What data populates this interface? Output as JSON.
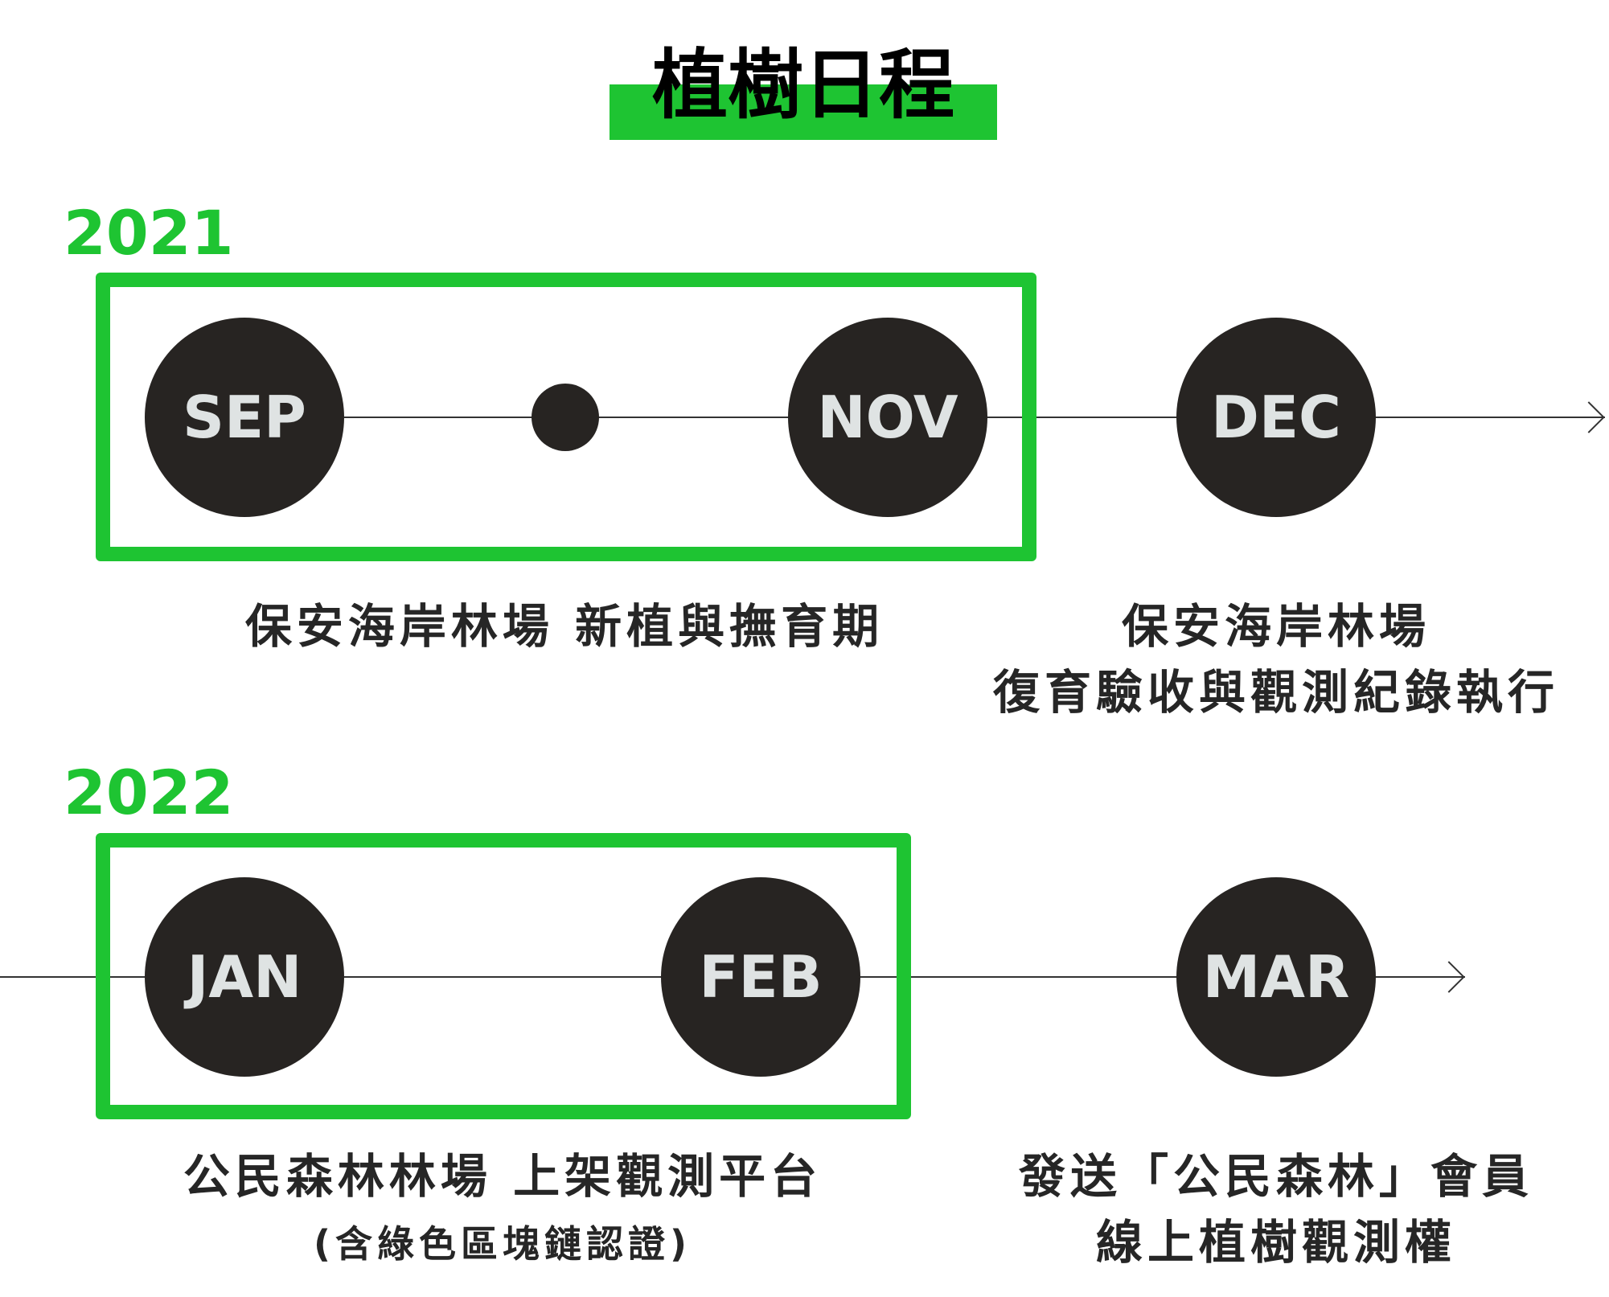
{
  "title": "植樹日程",
  "colors": {
    "accent": "#1ec432",
    "circle": "#272422",
    "month_text": "#dfe3e3"
  },
  "rows": [
    {
      "year": "2021",
      "months": [
        "SEP",
        "NOV",
        "DEC"
      ],
      "captions": [
        {
          "lines": [
            "保安海岸林場 新植與撫育期"
          ]
        },
        {
          "lines": [
            "保安海岸林場",
            "復育驗收與觀測紀錄執行"
          ]
        }
      ]
    },
    {
      "year": "2022",
      "months": [
        "JAN",
        "FEB",
        "MAR"
      ],
      "captions": [
        {
          "lines": [
            "公民森林林場 上架觀測平台",
            "(含綠色區塊鏈認證)"
          ]
        },
        {
          "lines": [
            "發送「公民森林」會員",
            "線上植樹觀測權"
          ]
        }
      ]
    }
  ]
}
